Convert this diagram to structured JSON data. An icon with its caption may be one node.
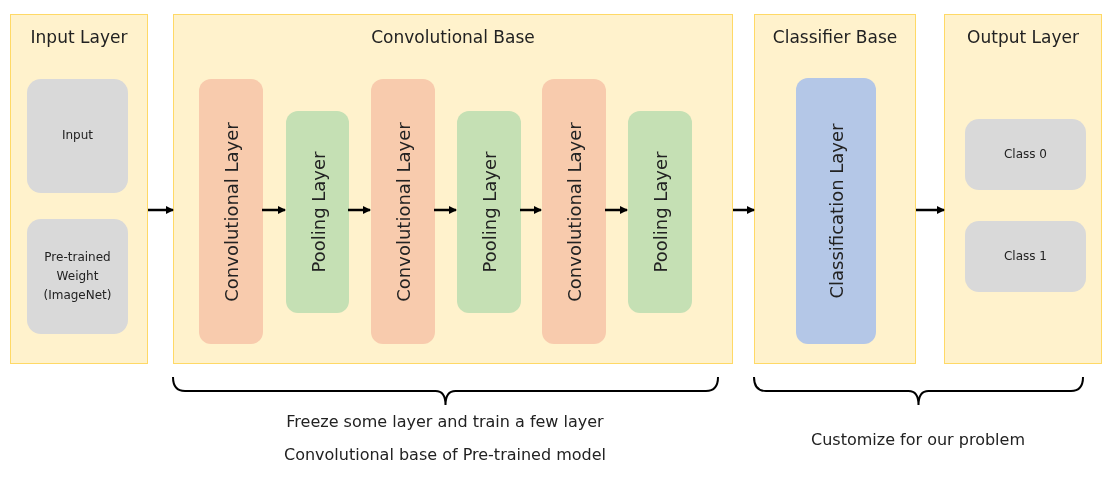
{
  "diagram": {
    "nodes": [
      {
        "text": [
          "Input Layer"
        ]
      },
      {
        "text": [
          "Input"
        ],
        "in": 0
      },
      {
        "text": [
          "Pre-trained Weight (ImageNet)"
        ],
        "in": 0
      },
      {
        "text": [
          "Convolutional Base"
        ]
      },
      {
        "text": [
          "Convolutional Layer"
        ],
        "in": 3
      },
      {
        "text": [
          "Pooling Layer"
        ],
        "in": 3
      },
      {
        "text": [
          "Convolutional Layer"
        ],
        "in": 3
      },
      {
        "text": [
          "Pooling Layer"
        ],
        "in": 3
      },
      {
        "text": [
          "Convolutional Layer"
        ],
        "in": 3
      },
      {
        "text": [
          "Pooling Layer"
        ],
        "in": 3
      },
      {
        "text": [
          "Classifier Base"
        ]
      },
      {
        "text": [
          "Classification Layer"
        ],
        "in": 10
      },
      {
        "text": [
          "Output Layer"
        ]
      },
      {
        "text": [
          "Class 0"
        ],
        "in": 12
      },
      {
        "text": [
          "Class 1"
        ],
        "in": 12
      }
    ],
    "edges": [
      {
        "from": 0,
        "to": 3,
        "arrow": "to"
      },
      {
        "from": 4,
        "to": 5,
        "arrow": "to"
      },
      {
        "from": 5,
        "to": 6,
        "arrow": "to"
      },
      {
        "from": 6,
        "to": 7,
        "arrow": "to"
      },
      {
        "from": 7,
        "to": 8,
        "arrow": "to"
      },
      {
        "from": 8,
        "to": 9,
        "arrow": "to"
      },
      {
        "from": 3,
        "to": 10,
        "arrow": "to"
      },
      {
        "from": 10,
        "to": 12,
        "arrow": "to"
      }
    ],
    "labels": [
      "Freeze some layer and train a few layer",
      "Convolutional base of Pre-trained model",
      "Customize for our problem"
    ]
  }
}
